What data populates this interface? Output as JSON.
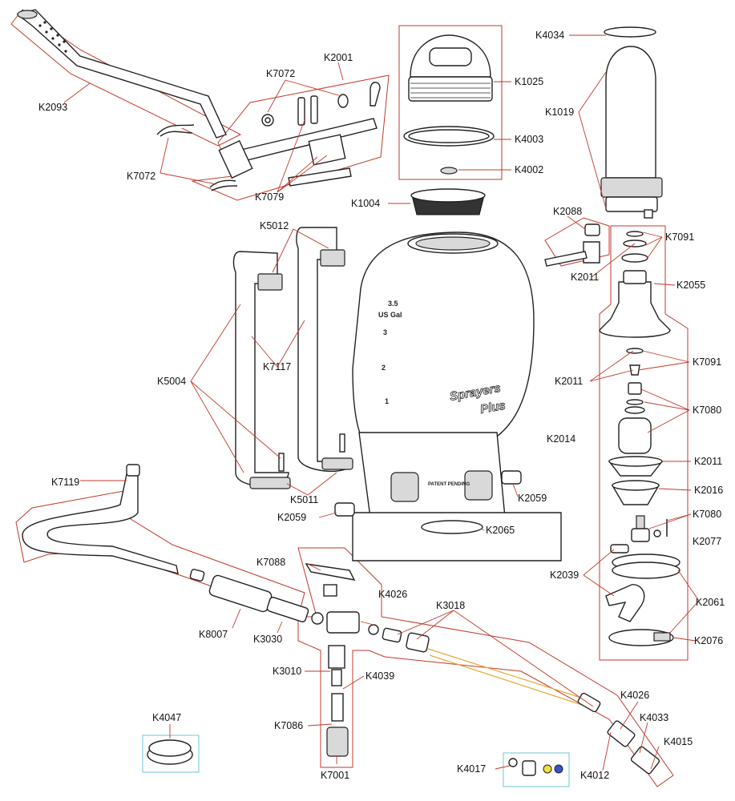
{
  "diagram": {
    "tank_scale": [
      "3.5",
      "3",
      "2",
      "1"
    ],
    "tank_unit": "US Gal",
    "brand": {
      "line1": "Sprayers",
      "line2": "Plus"
    },
    "base_label": "PATENT PENDING",
    "labels": [
      "K2093",
      "K7072",
      "K2001",
      "K7072",
      "K7079",
      "K1025",
      "K4003",
      "K4002",
      "K1004",
      "K4034",
      "K1019",
      "K2088",
      "K7091",
      "K2011",
      "K2055",
      "K5012",
      "K5004",
      "K7117",
      "K5011",
      "K2059",
      "K2059",
      "K2065",
      "K7091",
      "K2011",
      "K7080",
      "K2014",
      "K2011",
      "K2016",
      "K7080",
      "K2077",
      "K2039",
      "K2061",
      "K2076",
      "K7119",
      "K7088",
      "K4026",
      "K3018",
      "K8007",
      "K3030",
      "K3010",
      "K4039",
      "K7086",
      "K7001",
      "K4047",
      "K4017",
      "K4012",
      "K4026",
      "K4033",
      "K4015"
    ]
  }
}
